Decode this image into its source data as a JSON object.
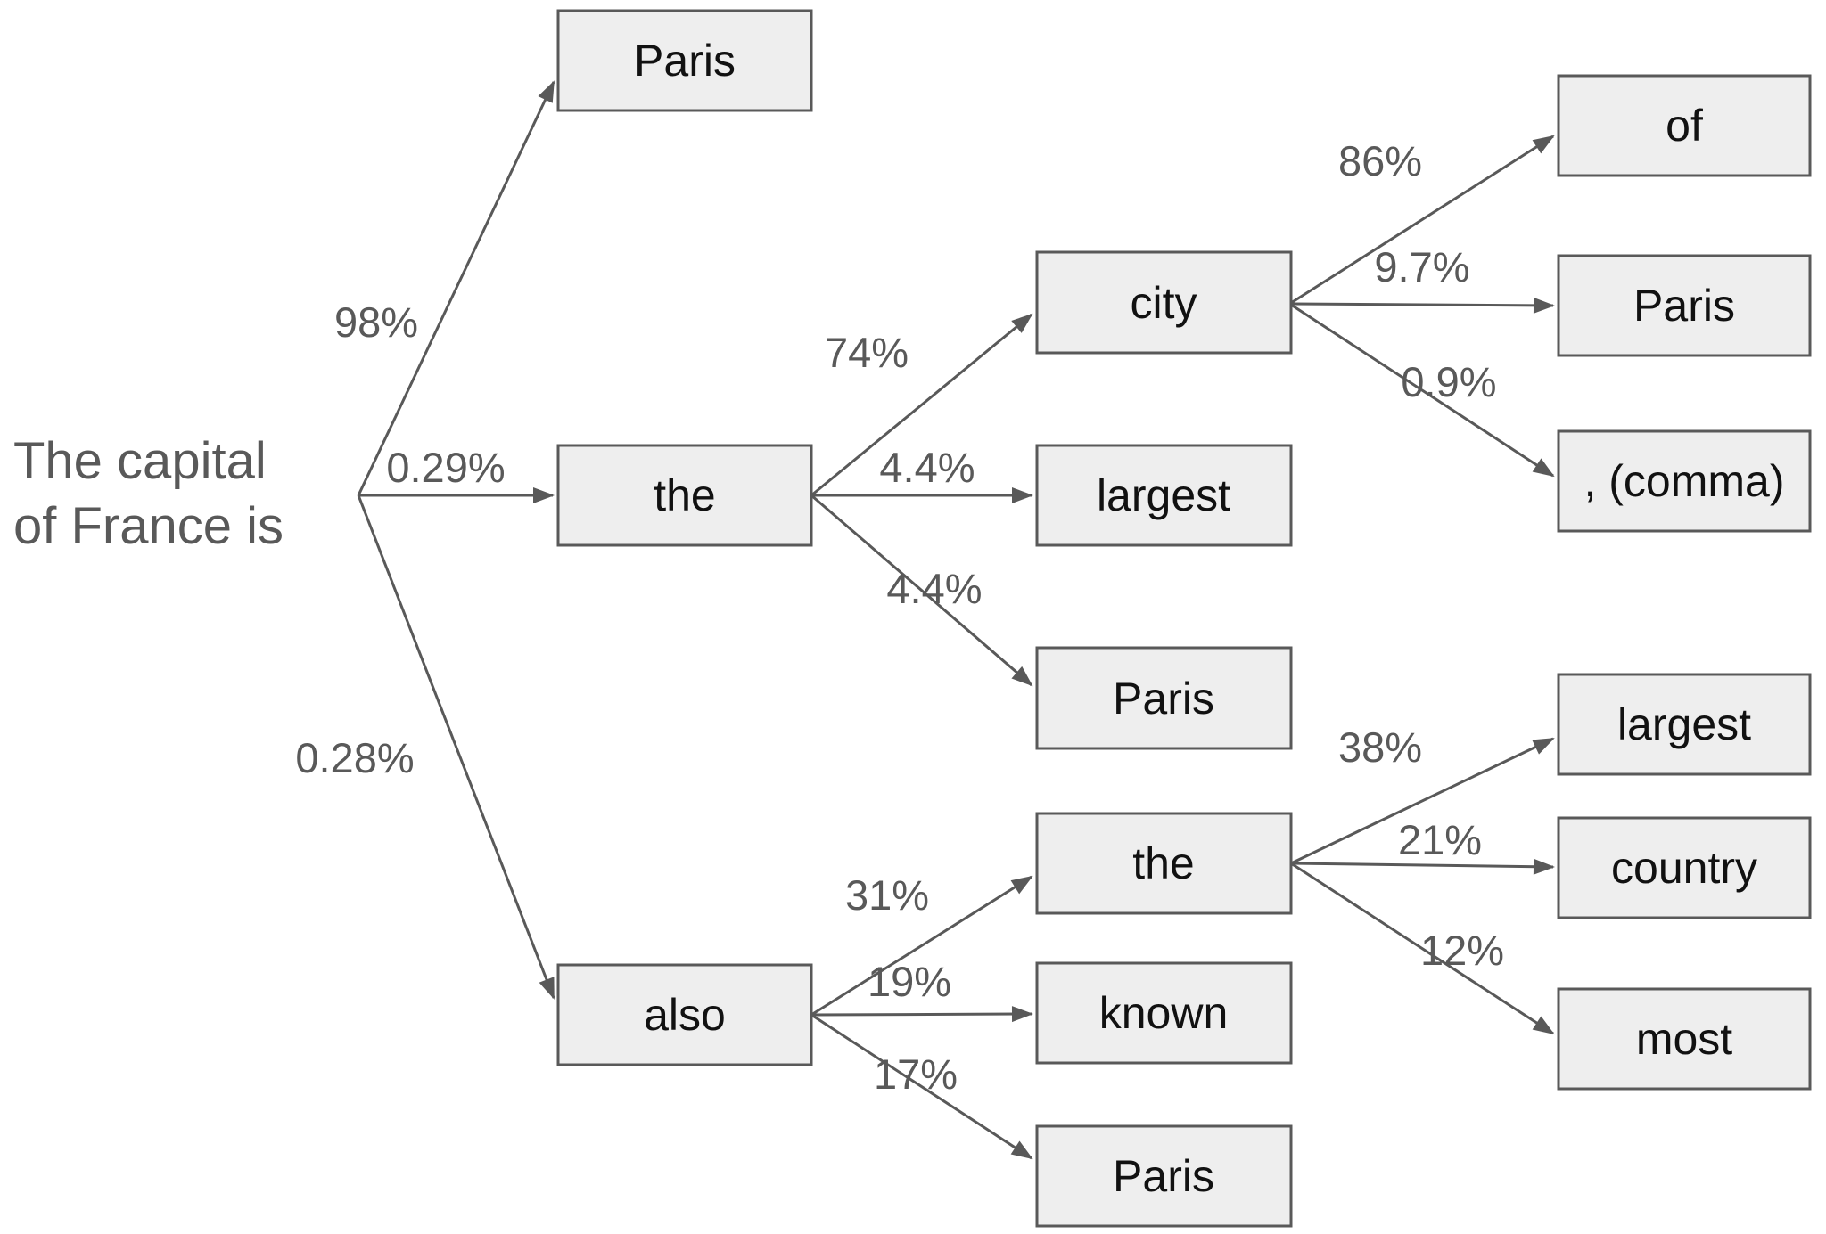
{
  "diagram": {
    "title_hint": "Next-token probability tree",
    "root": {
      "label_line1": "The capital",
      "label_line2": "of France is"
    },
    "nodes": {
      "paris_top": {
        "label": "Paris"
      },
      "the_top": {
        "label": "the"
      },
      "also": {
        "label": "also"
      },
      "city": {
        "label": "city"
      },
      "largest_mid": {
        "label": "largest"
      },
      "paris_mid": {
        "label": "Paris"
      },
      "the_bottom": {
        "label": "the"
      },
      "known": {
        "label": "known"
      },
      "paris_bottom": {
        "label": "Paris"
      },
      "of": {
        "label": "of"
      },
      "paris_right": {
        "label": "Paris"
      },
      "comma": {
        "label": ", (comma)"
      },
      "largest_right": {
        "label": "largest"
      },
      "country": {
        "label": "country"
      },
      "most": {
        "label": "most"
      }
    },
    "edges": {
      "root_paris": {
        "from": "root",
        "to": "paris_top",
        "probability": "98%"
      },
      "root_the": {
        "from": "root",
        "to": "the_top",
        "probability": "0.29%"
      },
      "root_also": {
        "from": "root",
        "to": "also",
        "probability": "0.28%"
      },
      "the_city": {
        "from": "the_top",
        "to": "city",
        "probability": "74%"
      },
      "the_largest": {
        "from": "the_top",
        "to": "largest_mid",
        "probability": "4.4%"
      },
      "the_paris": {
        "from": "the_top",
        "to": "paris_mid",
        "probability": "4.4%"
      },
      "city_of": {
        "from": "city",
        "to": "of",
        "probability": "86%"
      },
      "city_paris": {
        "from": "city",
        "to": "paris_right",
        "probability": "9.7%"
      },
      "city_comma": {
        "from": "city",
        "to": "comma",
        "probability": "0.9%"
      },
      "also_the": {
        "from": "also",
        "to": "the_bottom",
        "probability": "31%"
      },
      "also_known": {
        "from": "also",
        "to": "known",
        "probability": "19%"
      },
      "also_paris": {
        "from": "also",
        "to": "paris_bottom",
        "probability": "17%"
      },
      "the2_largest": {
        "from": "the_bottom",
        "to": "largest_right",
        "probability": "38%"
      },
      "the2_country": {
        "from": "the_bottom",
        "to": "country",
        "probability": "21%"
      },
      "the2_most": {
        "from": "the_bottom",
        "to": "most",
        "probability": "12%"
      }
    },
    "colors": {
      "box_fill": "#eeeeee",
      "box_border": "#595959",
      "line": "#595959",
      "node_text": "#111111",
      "label_text": "#595959",
      "background": "#ffffff"
    }
  }
}
